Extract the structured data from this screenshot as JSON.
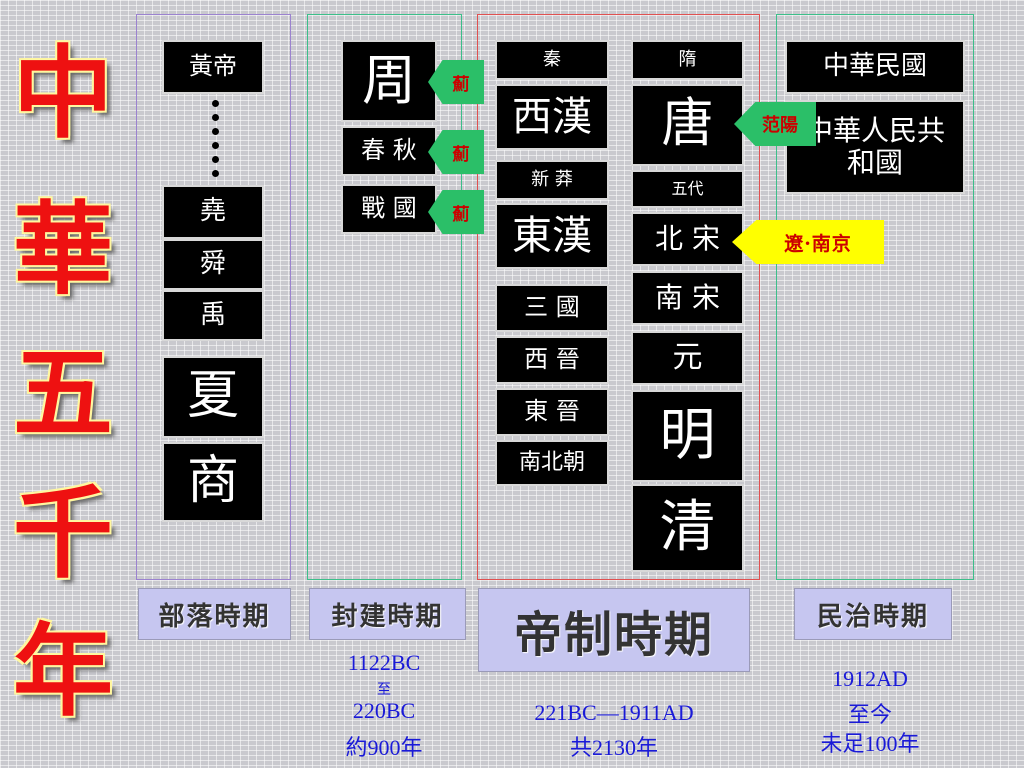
{
  "title_chars": [
    "中",
    "華",
    "五",
    "千",
    "年"
  ],
  "colors": {
    "block_bg": "#000000",
    "block_text": "#ffffff",
    "green_tag": "#2bbf68",
    "yellow_tag": "#ffff00",
    "tag_text": "#cc0000",
    "date_text": "#1a1ad8",
    "title_text": "#ee1111",
    "frame_tribal": "#9b82cf",
    "frame_feudal": "#3cbf8a",
    "frame_imperial": "#e05050",
    "frame_republic": "#3cbf8a"
  },
  "tribal": {
    "huangdi": "黃帝",
    "yao": "堯",
    "shun": "舜",
    "yu": "禹",
    "xia": "夏",
    "shang": "商",
    "label": "部落時期"
  },
  "feudal": {
    "zhou": "周",
    "chunqiu": "春 秋",
    "zhanguo": "戰 國",
    "tags": [
      "薊",
      "薊",
      "薊"
    ],
    "label": "封建時期",
    "date_line1": "1122BC",
    "date_line2": "至",
    "date_line3": "220BC",
    "date_line4": "約900年"
  },
  "imperial": {
    "qin": "秦",
    "xihan": "西漢",
    "xinmang": "新 莽",
    "donghan": "東漢",
    "sanguo": "三 國",
    "xijin": "西 晉",
    "dongjin": "東 晉",
    "nanbeichao": "南北朝",
    "sui": "隋",
    "tang": "唐",
    "wudai": "五代",
    "beisong": "北 宋",
    "nansong": "南 宋",
    "yuan": "元",
    "ming": "明",
    "qing": "清",
    "tang_tag": "范陽",
    "song_tag": "遼·南京",
    "label": "帝制時期",
    "date_line1": "221BC—1911AD",
    "date_line2": "共2130年"
  },
  "republic": {
    "roc": "中華民國",
    "prc": "中華人民共和國",
    "label": "民治時期",
    "date_line1": "1912AD",
    "date_line2": "至今",
    "date_line3": "未足100年"
  }
}
